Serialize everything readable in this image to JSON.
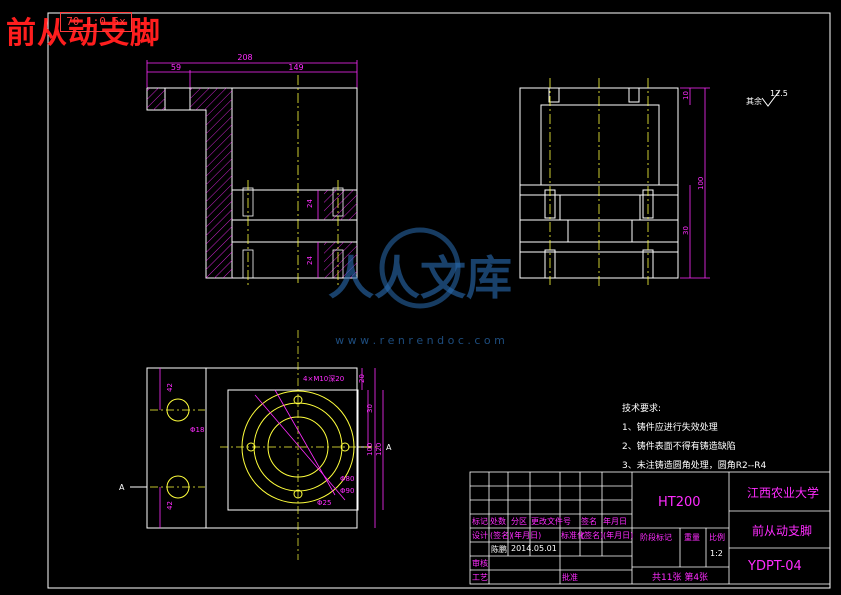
{
  "title": "前从动支脚",
  "title_tag": "70 1:0.5x",
  "colors": {
    "background": "#000000",
    "outline": "#ffffff",
    "hatch": "#ff2cff",
    "dimension": "#ff2cff",
    "centerline": "#ffff3c",
    "holes": "#ffff3c",
    "title": "#ff1e1e",
    "watermark": "#2a6db3"
  },
  "dimensions": {
    "front_total": "208",
    "front_left": "59",
    "front_right": "149",
    "front_mid_gap": "24",
    "front_low_gap": "24",
    "side_top": "10",
    "side_total": "100",
    "side_low": "30",
    "plan_left_top": "42",
    "plan_left_bot": "42",
    "plan_right_top": "20",
    "plan_right_mid": "30",
    "plan_right_h1": "100",
    "plan_right_h2": "120",
    "plan_holes": "4×M10深20",
    "plan_small_dia": "Φ18",
    "plan_dia_80": "Φ80",
    "plan_dia_90": "Φ90",
    "plan_dia_25": "Φ25",
    "section_mark": "A",
    "roughness_value": "12.5",
    "roughness_label": "其余"
  },
  "notes": {
    "heading": "技术要求:",
    "items": [
      "1、铸件应进行失效处理",
      "2、铸件表面不得有铸造缺陷",
      "3、未注铸造圆角处理，圆角R2--R4"
    ]
  },
  "title_block": {
    "material": "HT200",
    "school": "江西农业大学",
    "part_name": "前从动支脚",
    "drawing_no": "YDPT-04",
    "headers": [
      "标记",
      "处数",
      "分区",
      "更改文件号",
      "签名",
      "年月日"
    ],
    "design_row": [
      "设计",
      "(签名)",
      "(年月日)",
      "标准化",
      "(签名)",
      "(年月日)"
    ],
    "ident_row": [
      "陈鹏",
      "2014.05.01"
    ],
    "stage_label": "阶段标记",
    "weight_label": "重量",
    "scale_label": "比例",
    "scale_value": "1:2",
    "review": "审核",
    "process": "工艺",
    "approve": "批准",
    "sheets": "共11张  第4张"
  },
  "watermark": {
    "text": "人人文库",
    "url": "w w w . r e n r e n d o c . c o m"
  }
}
